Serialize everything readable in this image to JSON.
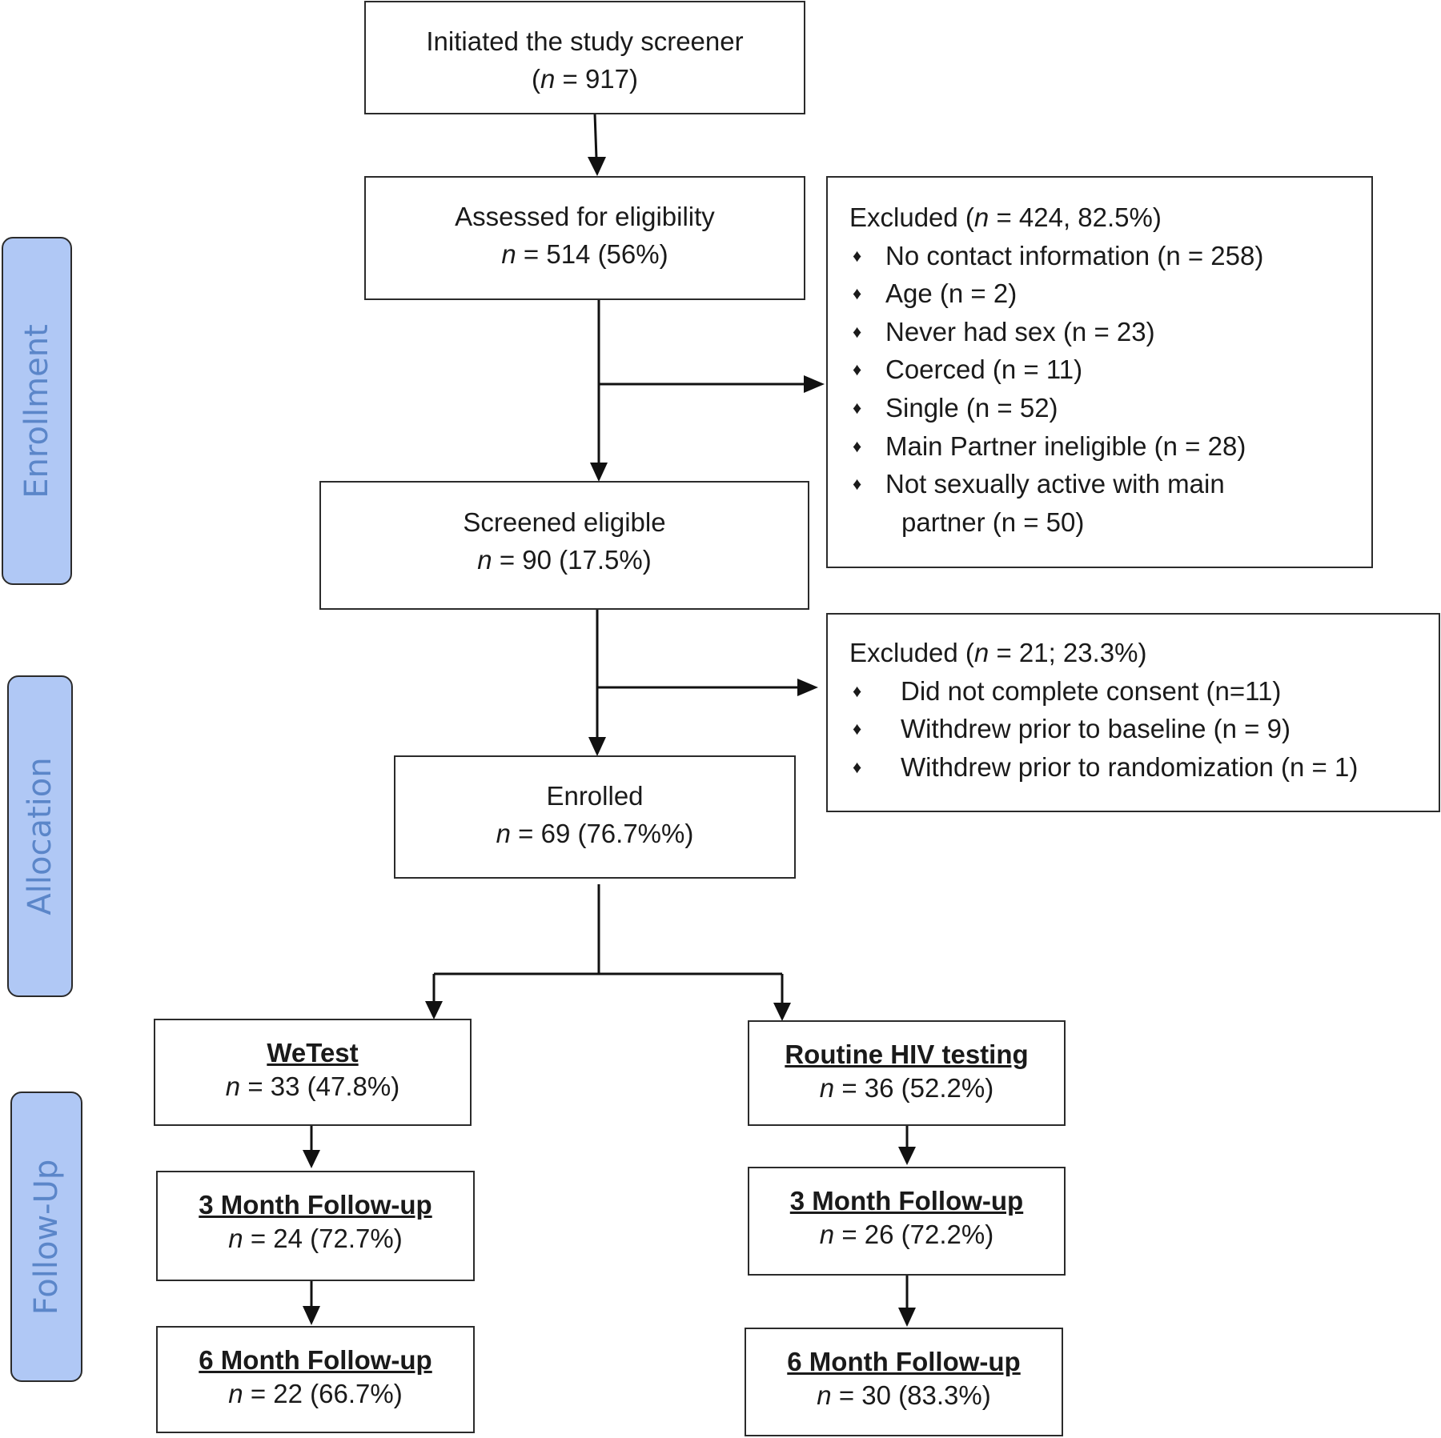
{
  "stages": {
    "enrollment": "Enrollment",
    "allocation": "Allocation",
    "followup": "Follow-Up"
  },
  "boxes": {
    "screener": {
      "title": "Initiated the study screener",
      "n_label": "n",
      "n_value": " = 917)"
    },
    "assessed": {
      "title": "Assessed for eligibility",
      "n_label": "n",
      "n_value": " = 514 (56%)"
    },
    "screened": {
      "title": "Screened eligible",
      "n_label": "n",
      "n_value": " = 90 (17.5%)"
    },
    "enrolled": {
      "title": "Enrolled",
      "n_label": "n",
      "n_value": " = 69 (76.7%%)"
    },
    "wetest": {
      "title": "WeTest",
      "n_label": "n",
      "n_value": " = 33 (47.8%)"
    },
    "routine": {
      "title": "Routine HIV testing",
      "n_label": "n",
      "n_value": " = 36 (52.2%)"
    },
    "wetest_3m": {
      "title": "3 Month Follow-up",
      "n_label": "n",
      "n_value": " = 24 (72.7%)"
    },
    "routine_3m": {
      "title": "3 Month Follow-up",
      "n_label": "n",
      "n_value": " = 26 (72.2%)"
    },
    "wetest_6m": {
      "title": "6 Month Follow-up",
      "n_label": "n",
      "n_value": " = 22 (66.7%)"
    },
    "routine_6m": {
      "title": "6 Month Follow-up",
      "n_label": "n",
      "n_value": " = 30 (83.3%)"
    }
  },
  "excluded1": {
    "head_pre": "Excluded (",
    "head_n": "n",
    "head_post": " = 424, 82.5%)",
    "items": [
      "No contact information (n = 258)",
      "Age (n = 2)",
      "Never had sex (n = 23)",
      "Coerced (n = 11)",
      "Single (n = 52)",
      "Main Partner ineligible (n = 28)",
      "Not sexually active with main"
    ],
    "item_cont": "partner (n = 50)"
  },
  "excluded2": {
    "head_pre": "Excluded (",
    "head_n": "n",
    "head_post": " = 21; 23.3%)",
    "items": [
      "Did not complete consent (n=11)",
      "Withdrew prior to baseline (n = 9)",
      "Withdrew prior to randomization (n = 1)"
    ]
  }
}
